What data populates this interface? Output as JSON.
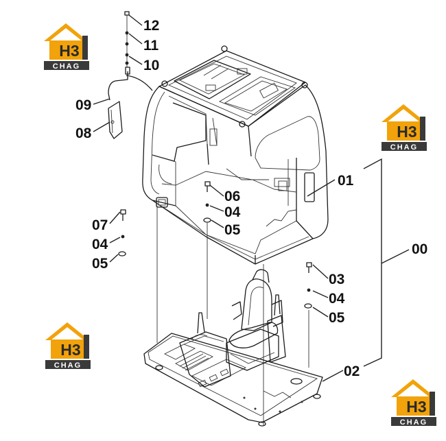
{
  "logo": {
    "mark": "H3",
    "wordmark": "CHAG",
    "colors": {
      "roof": "#f2a20a",
      "dark": "#3a3a3a",
      "text": "#ffffff"
    }
  },
  "parts": {
    "p00": "00",
    "p01": "01",
    "p02": "02",
    "p03": "03",
    "p04a": "04",
    "p04b": "04",
    "p04c": "04",
    "p05a": "05",
    "p05b": "05",
    "p05c": "05",
    "p06": "06",
    "p07": "07",
    "p08": "08",
    "p09": "09",
    "p10": "10",
    "p11": "11",
    "p12": "12"
  }
}
